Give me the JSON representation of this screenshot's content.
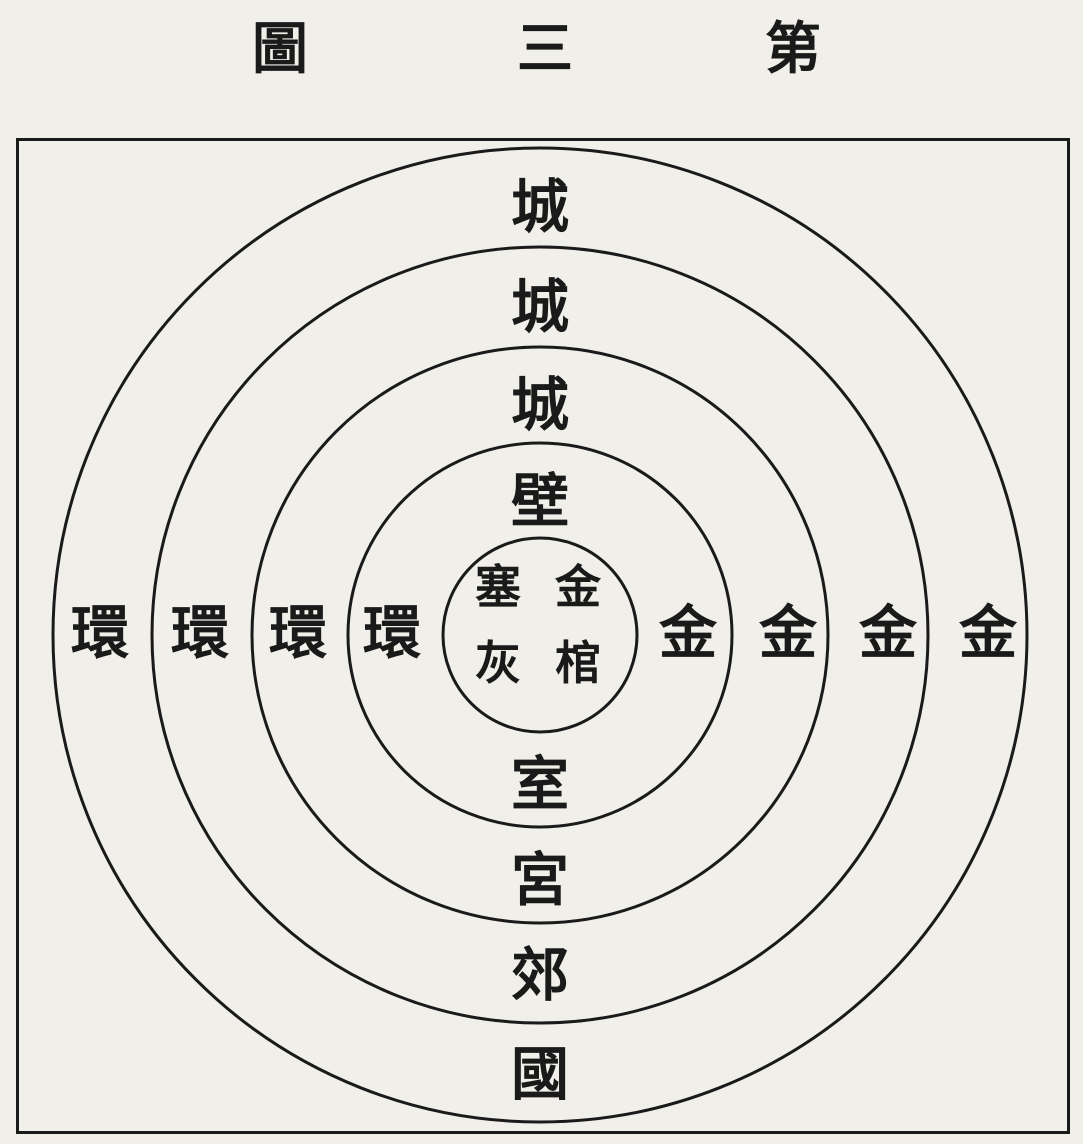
{
  "title": {
    "right": "第",
    "middle": "三",
    "left": "圖"
  },
  "top_labels": [
    "城",
    "城",
    "城",
    "壁"
  ],
  "bottom_labels": [
    "室",
    "宮",
    "郊",
    "國"
  ],
  "left_labels": [
    "環",
    "環",
    "環",
    "環"
  ],
  "right_labels": [
    "金",
    "金",
    "金",
    "金"
  ],
  "center": {
    "right_top": "金",
    "right_bottom": "棺",
    "left_top": "塞",
    "left_bottom": "灰"
  },
  "colors": {
    "paper": "#f1efe9",
    "ink": "#1a1a1a"
  }
}
